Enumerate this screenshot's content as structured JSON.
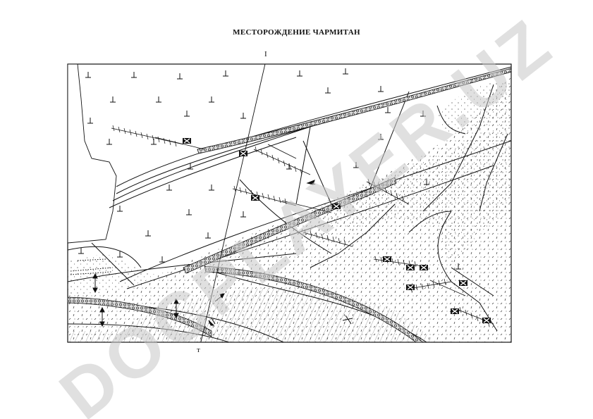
{
  "title": "МЕСТОРОЖДЕНИЕ ЧАРМИТАН",
  "profile_label_top": "I",
  "profile_label_bottom": "т",
  "watermark_text": "DOCPLAYER.UZ",
  "colors": {
    "line": "#111111",
    "background": "#ffffff",
    "watermark": "#c8c8c8"
  },
  "icons": {
    "ore_body": "ore-body-symbol",
    "gabbro": "inverted-t-symbol",
    "strike_dip": "dip-arrow-symbol"
  }
}
